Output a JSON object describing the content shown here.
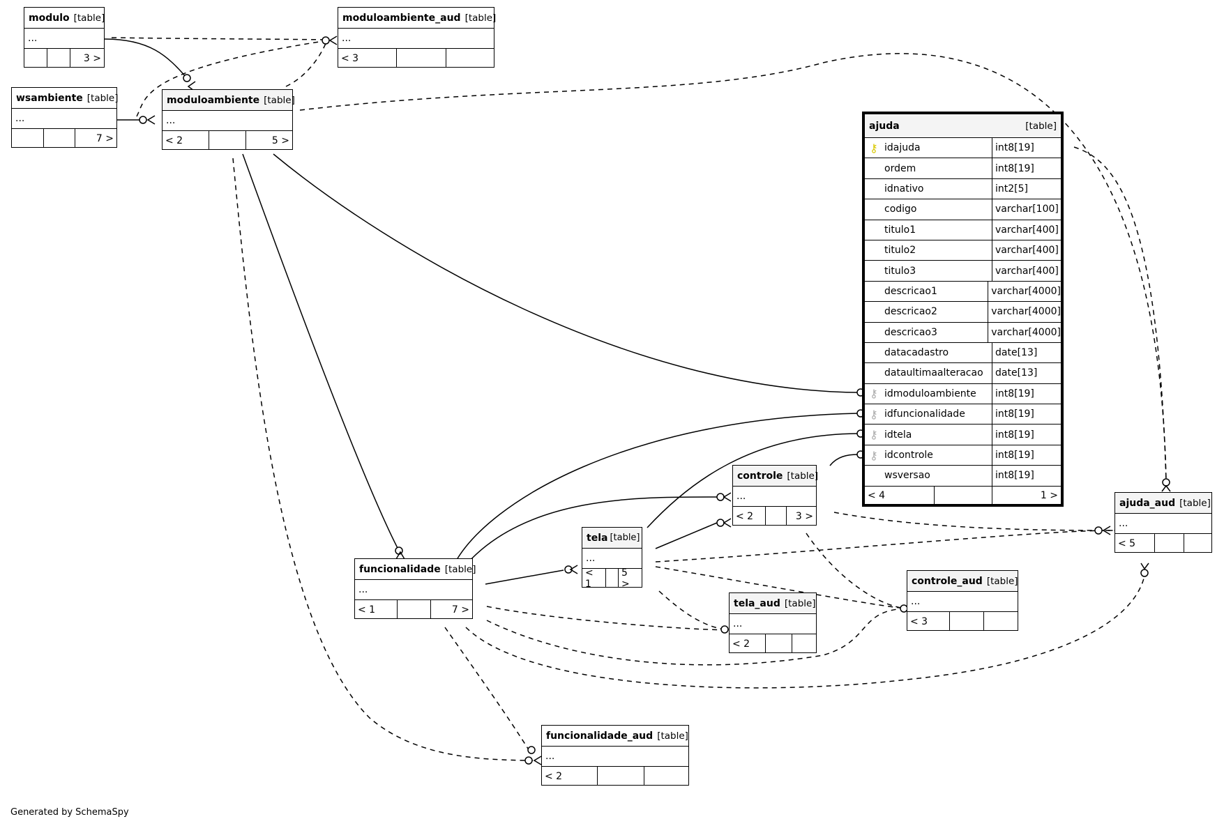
{
  "tables": {
    "modulo": {
      "name": "modulo",
      "kind": "[table]",
      "body": "...",
      "foot": [
        "",
        "",
        "3 >"
      ]
    },
    "moduloambiente_aud": {
      "name": "moduloambiente_aud",
      "kind": "[table]",
      "body": "...",
      "foot": [
        "< 3",
        "",
        ""
      ]
    },
    "wsambiente": {
      "name": "wsambiente",
      "kind": "[table]",
      "body": "...",
      "foot": [
        "",
        "",
        "7 >"
      ]
    },
    "moduloambiente": {
      "name": "moduloambiente",
      "kind": "[table]",
      "body": "...",
      "foot": [
        "< 2",
        "",
        "5 >"
      ]
    },
    "controle": {
      "name": "controle",
      "kind": "[table]",
      "body": "...",
      "foot": [
        "< 2",
        "",
        "3 >"
      ]
    },
    "tela": {
      "name": "tela",
      "kind": "[table]",
      "body": "...",
      "foot": [
        "< 1",
        "",
        "5 >"
      ]
    },
    "funcionalidade": {
      "name": "funcionalidade",
      "kind": "[table]",
      "body": "...",
      "foot": [
        "< 1",
        "",
        "7 >"
      ]
    },
    "tela_aud": {
      "name": "tela_aud",
      "kind": "[table]",
      "body": "...",
      "foot": [
        "< 2",
        "",
        ""
      ]
    },
    "controle_aud": {
      "name": "controle_aud",
      "kind": "[table]",
      "body": "...",
      "foot": [
        "< 3",
        "",
        ""
      ]
    },
    "ajuda_aud": {
      "name": "ajuda_aud",
      "kind": "[table]",
      "body": "...",
      "foot": [
        "< 5",
        "",
        ""
      ]
    },
    "funcionalidade_aud": {
      "name": "funcionalidade_aud",
      "kind": "[table]",
      "body": "...",
      "foot": [
        "< 2",
        "",
        ""
      ]
    }
  },
  "ajuda": {
    "name": "ajuda",
    "kind": "[table]",
    "columns": [
      {
        "name": "idajuda",
        "type": "int8[19]",
        "key": "pk"
      },
      {
        "name": "ordem",
        "type": "int8[19]",
        "key": ""
      },
      {
        "name": "idnativo",
        "type": "int2[5]",
        "key": ""
      },
      {
        "name": "codigo",
        "type": "varchar[100]",
        "key": ""
      },
      {
        "name": "titulo1",
        "type": "varchar[400]",
        "key": ""
      },
      {
        "name": "titulo2",
        "type": "varchar[400]",
        "key": ""
      },
      {
        "name": "titulo3",
        "type": "varchar[400]",
        "key": ""
      },
      {
        "name": "descricao1",
        "type": "varchar[4000]",
        "key": ""
      },
      {
        "name": "descricao2",
        "type": "varchar[4000]",
        "key": ""
      },
      {
        "name": "descricao3",
        "type": "varchar[4000]",
        "key": ""
      },
      {
        "name": "datacadastro",
        "type": "date[13]",
        "key": ""
      },
      {
        "name": "dataultimaalteracao",
        "type": "date[13]",
        "key": ""
      },
      {
        "name": "idmoduloambiente",
        "type": "int8[19]",
        "key": "fk"
      },
      {
        "name": "idfuncionalidade",
        "type": "int8[19]",
        "key": "fk"
      },
      {
        "name": "idtela",
        "type": "int8[19]",
        "key": "fk"
      },
      {
        "name": "idcontrole",
        "type": "int8[19]",
        "key": "fk"
      },
      {
        "name": "wsversao",
        "type": "int8[19]",
        "key": ""
      }
    ],
    "foot": [
      "< 4",
      "",
      "1 >"
    ]
  },
  "footer": "Generated by SchemaSpy"
}
